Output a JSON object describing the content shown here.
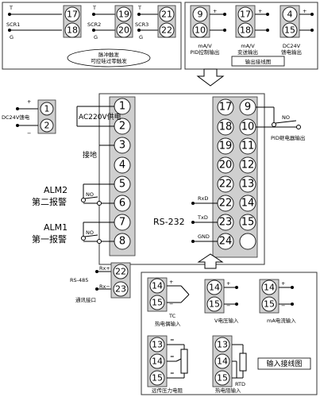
{
  "scr_groups": [
    {
      "label": "SCR1",
      "top": "17",
      "bottom": "18"
    },
    {
      "label": "SCR2",
      "top": "19",
      "bottom": "20"
    },
    {
      "label": "SCR3",
      "top": "21",
      "bottom": "22"
    }
  ],
  "scr_plus": "T",
  "scr_minus": "G",
  "scr_note_line1": "脉冲触发",
  "scr_note_line2": "可控硅过零触发",
  "out_groups": [
    {
      "label1": "mA/V",
      "label2": "PID控制输出",
      "top": "9",
      "bottom": "10"
    },
    {
      "label1": "mA/V",
      "label2": "变送输出",
      "top": "17",
      "bottom": "18"
    },
    {
      "label1": "DC24V",
      "label2": "馈电输出",
      "top": "4",
      "bottom": "15"
    }
  ],
  "out_diagram_title": "输出接线图",
  "dc24_label": "DC24V馈电",
  "plus_sign": "+",
  "minus_sign": "−",
  "left_terminals": [
    "1",
    "2",
    "3",
    "4",
    "5",
    "6",
    "7",
    "8"
  ],
  "ac_label": "AC220V供电",
  "ground_label": "接地",
  "alm2_line1": "ALM2",
  "alm2_line2": "第二报警",
  "alm1_line1": "ALM1",
  "alm1_line2": "第一报警",
  "no_label": "NO",
  "rs232_label": "RS-232",
  "right_col1": [
    "17",
    "18",
    "19",
    "20",
    "22",
    "23",
    "24"
  ],
  "right_col2": [
    "9",
    "10",
    "11",
    "12",
    "14",
    "15"
  ],
  "rxd_label": "RxD",
  "txd_label": "TxD",
  "gnd_label": "GND",
  "pid_relay_label": "PID继电器输出",
  "rs485_label": "RS-485",
  "rx_plus": "Rx+",
  "rx_minus": "Rx−",
  "rs485_terminals": [
    "22",
    "23"
  ],
  "comm_label": "通讯接口",
  "input_groups": {
    "tc": {
      "terminals": [
        "14",
        "15"
      ],
      "label_top": "TC",
      "label": "热电偶输入"
    },
    "voltage": {
      "terminals": [
        "14",
        "15"
      ],
      "label": "V电压输入"
    },
    "current": {
      "terminals": [
        "14",
        "15"
      ],
      "label": "mA电流输入"
    },
    "remote": {
      "terminals": [
        "13",
        "14",
        "15"
      ],
      "label": "远传压力电阻"
    },
    "rtd": {
      "terminals": [
        "13",
        "14",
        "15"
      ],
      "label_top": "RTD",
      "label": "热电阻输入"
    }
  },
  "input_diagram_title": "输入接线图"
}
